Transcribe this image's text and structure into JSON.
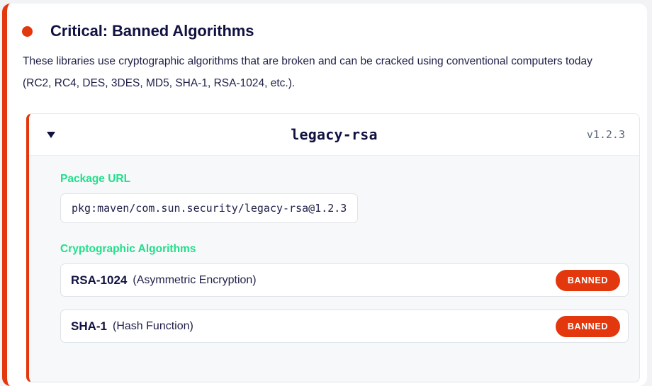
{
  "alert": {
    "severity_dot_icon": "severity-dot-icon",
    "title": "Critical: Banned Algorithms",
    "description": "These libraries use cryptographic algorithms that are broken and can be cracked using conventional computers today (RC2, RC4, DES, 3DES, MD5, SHA-1, RSA-1024, etc.).",
    "accent_color": "#e3380d",
    "title_color": "#121242"
  },
  "package_card": {
    "collapse_toggle_icon": "chevron-down-icon",
    "name": "legacy-rsa",
    "version": "v1.2.3",
    "purl_label": "Package URL",
    "purl_value": "pkg:maven/com.sun.security/legacy-rsa@1.2.3",
    "algorithms_label": "Cryptographic Algorithms",
    "label_color": "#20e08a",
    "algorithms": [
      {
        "name": "RSA-1024",
        "type": "(Asymmetric Encryption)",
        "status": "BANNED",
        "status_color": "#e3380d"
      },
      {
        "name": "SHA-1",
        "type": "(Hash Function)",
        "status": "BANNED",
        "status_color": "#e3380d"
      }
    ]
  }
}
